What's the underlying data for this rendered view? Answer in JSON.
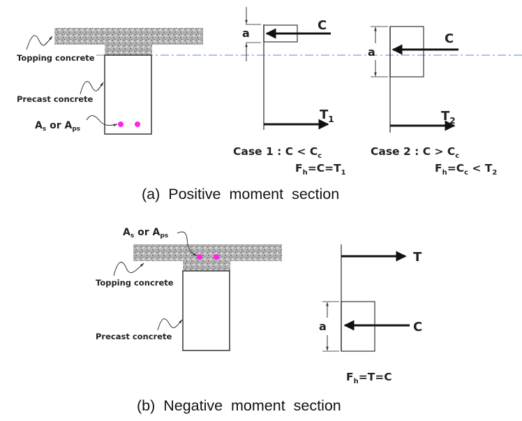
{
  "colors": {
    "line": "#333333",
    "arrow": "#111111",
    "rebar": "#ff22ee",
    "centerline": "#8fb0dc",
    "concrete": "#9a9a9a"
  },
  "positive": {
    "caption": "(a)  Positive  moment  section",
    "topping_label": "Topping concrete",
    "precast_label": "Precast concrete",
    "steel_label_a": "A",
    "steel_label_s": "s",
    "steel_label_or": " or ",
    "steel_label_ps": "ps",
    "case1": {
      "title": "Case 1 : C < C",
      "title_sub": "c",
      "eq_F": "F",
      "eq_F_sub": "h",
      "eq_rest": "=C=T",
      "eq_rest_sub": "1",
      "depth_label": "a",
      "compression_label": "C",
      "tension_label": "T",
      "tension_sub": "1"
    },
    "case2": {
      "title": "Case 2 : C > C",
      "title_sub": "c",
      "eq_F": "F",
      "eq_F_sub": "h",
      "eq_mid": "=C",
      "eq_mid_sub": "c",
      "eq_rest": " < T",
      "eq_rest_sub": "2",
      "depth_label": "a",
      "compression_label": "C",
      "tension_label": "T",
      "tension_sub": "2"
    }
  },
  "negative": {
    "caption": "(b)  Negative  moment  section",
    "topping_label": "Topping concrete",
    "precast_label": "Precast concrete",
    "steel_label_a": "A",
    "steel_label_s": "s",
    "steel_label_or": " or ",
    "steel_label_ps": "ps",
    "depth_label": "a",
    "compression_label": "C",
    "tension_label": "T",
    "eq_F": "F",
    "eq_F_sub": "h",
    "eq_rest": "=T=C"
  }
}
